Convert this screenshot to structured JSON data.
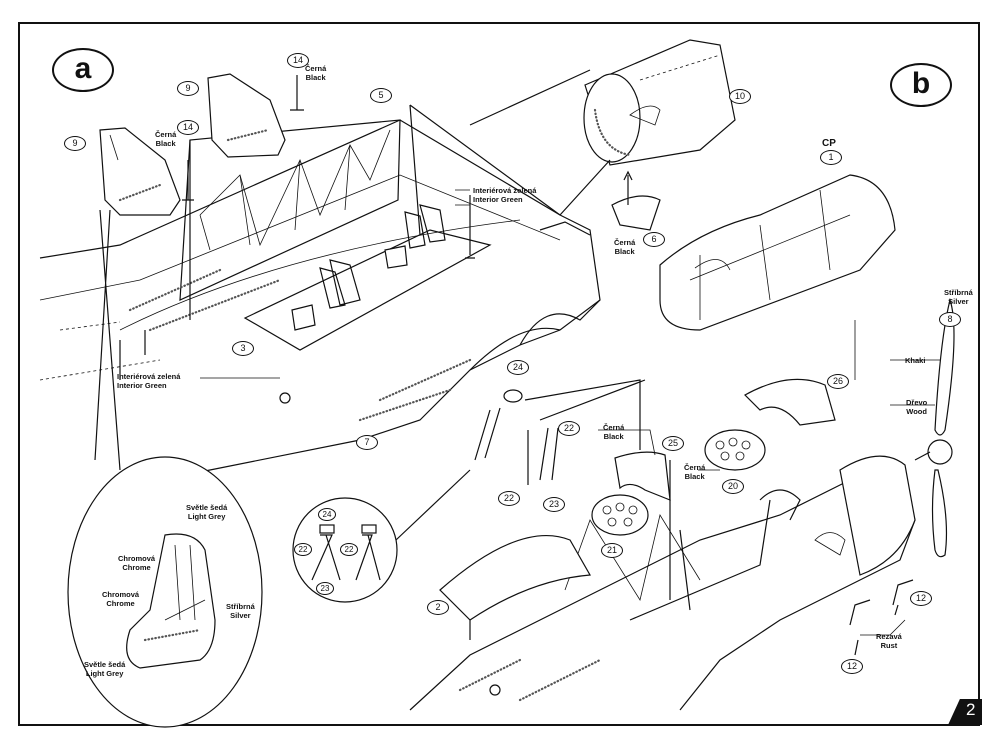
{
  "panels": {
    "a": "a",
    "b": "b"
  },
  "page_number": "2",
  "color_notes": {
    "interior_green_cz": "Interiérová zelená",
    "interior_green_en": "Interior Green",
    "interior_green_2_cz": "Interiérová zelená",
    "interior_green_2_en": "Interior Green",
    "black_14a_cz": "Černá",
    "black_14a_en": "Black",
    "black_14b_cz": "Černá",
    "black_14b_en": "Black",
    "black_6_cz": "Černá",
    "black_6_en": "Black",
    "black_25_cz": "Černá",
    "black_25_en": "Black",
    "black_20_cz": "Černá",
    "black_20_en": "Black",
    "silver_prop_cz": "Stříbrná",
    "silver_prop_en": "Silver",
    "khaki": "Khaki",
    "wood_cz": "Dřevo",
    "wood_en": "Wood",
    "rust_cz": "Rezavá",
    "rust_en": "Rust",
    "cp": "CP"
  },
  "seat_detail": {
    "light_grey_top_cz": "Světle šedá",
    "light_grey_top_en": "Light Grey",
    "chrome1_cz": "Chromová",
    "chrome1_en": "Chrome",
    "chrome2_cz": "Chromová",
    "chrome2_en": "Chrome",
    "silver_cz": "Stříbrná",
    "silver_en": "Silver",
    "light_grey_bottom_cz": "Světle šedá",
    "light_grey_bottom_en": "Light Grey"
  },
  "part_numbers": {
    "p14a": "14",
    "p14b": "14",
    "p9a": "9",
    "p9b": "9",
    "p5": "5",
    "p10": "10",
    "p1": "1",
    "p6": "6",
    "p3": "3",
    "p7": "7",
    "p24": "24",
    "p22a": "22",
    "p22b": "22",
    "p23": "23",
    "p25": "25",
    "p26": "26",
    "p20": "20",
    "p21": "21",
    "p2": "2",
    "p8": "8",
    "p12a": "12",
    "p12b": "12",
    "d24": "24",
    "d22a": "22",
    "d22b": "22",
    "d23": "23"
  }
}
